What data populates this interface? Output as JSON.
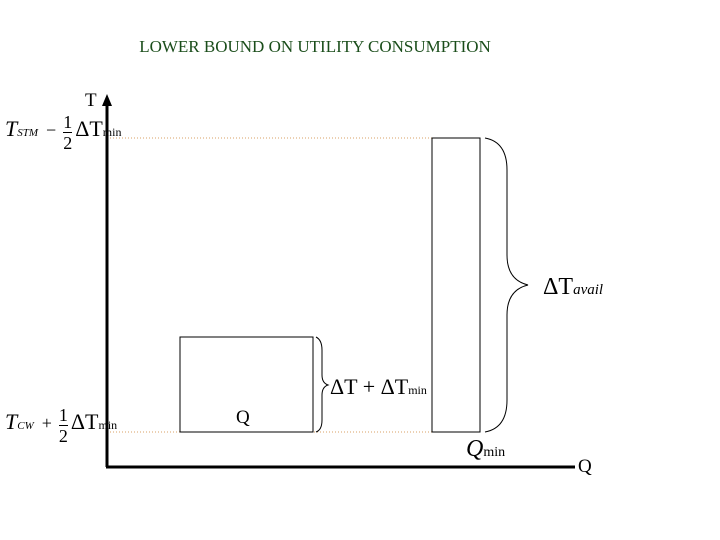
{
  "title": "LOWER BOUND ON UTILITY CONSUMPTION",
  "axes": {
    "y_label": "T",
    "x_label": "Q"
  },
  "labels": {
    "top_temp": {
      "T": "T",
      "sub": "STM",
      "op": "−",
      "num": "1",
      "den": "2",
      "delta": "ΔT",
      "min": "min"
    },
    "bottom_temp": {
      "T": "T",
      "sub": "CW",
      "op": "+",
      "num": "1",
      "den": "2",
      "delta": "ΔT",
      "min": "min"
    },
    "small_box": "Q",
    "small_brace": {
      "a": "ΔT + ΔT",
      "min": "min"
    },
    "big_brace": {
      "a": "ΔT",
      "sub": "avail"
    },
    "tall_box": {
      "Q": "Q",
      "sub": "min"
    }
  },
  "colors": {
    "title": "#1a4d1a",
    "guide": "#d9a066"
  }
}
